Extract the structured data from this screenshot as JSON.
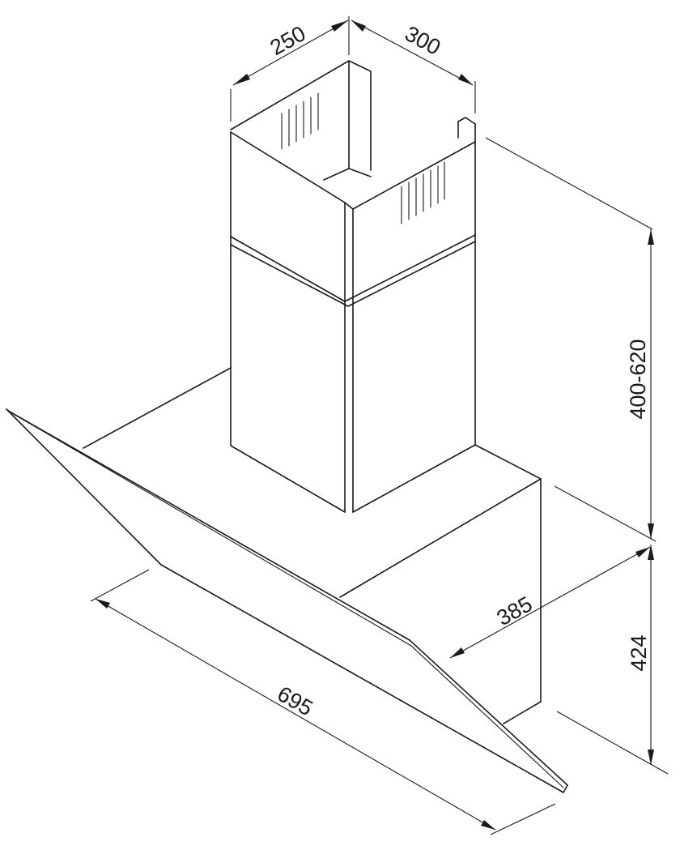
{
  "dimensions": {
    "chimney_width": "250",
    "chimney_depth": "300",
    "chimney_height": "400-620",
    "hood_depth": "385",
    "hood_height": "424",
    "hood_width": "695"
  }
}
